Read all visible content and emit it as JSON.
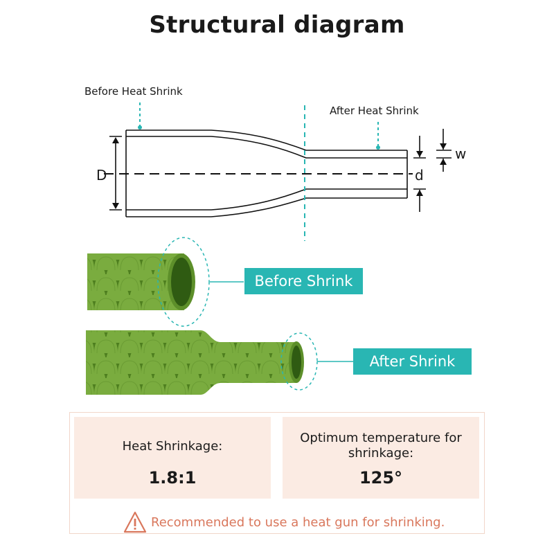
{
  "title": "Structural diagram",
  "diagram": {
    "label_before_heat_shrink": "Before Heat Shrink",
    "label_after_heat_shrink": "After Heat Shrink",
    "label_big_diameter": "D",
    "label_small_diameter": "d",
    "label_wall": "w"
  },
  "samples": {
    "before_label": "Before Shrink",
    "after_label": "After Shrink"
  },
  "specs": {
    "shrinkage_label": "Heat Shrinkage:",
    "shrinkage_value": "1.8:1",
    "temperature_label_line1": "Optimum temperature for",
    "temperature_label_line2": "shrinkage:",
    "temperature_value": "125°"
  },
  "warning": {
    "text": "Recommended to use a heat gun for shrinking.",
    "icon": "warning-triangle-icon"
  },
  "colors": {
    "accent_teal": "#29b6b3",
    "tube_green": "#5d8f2a",
    "card_bg": "#fbebe3",
    "warning": "#d9775c"
  }
}
